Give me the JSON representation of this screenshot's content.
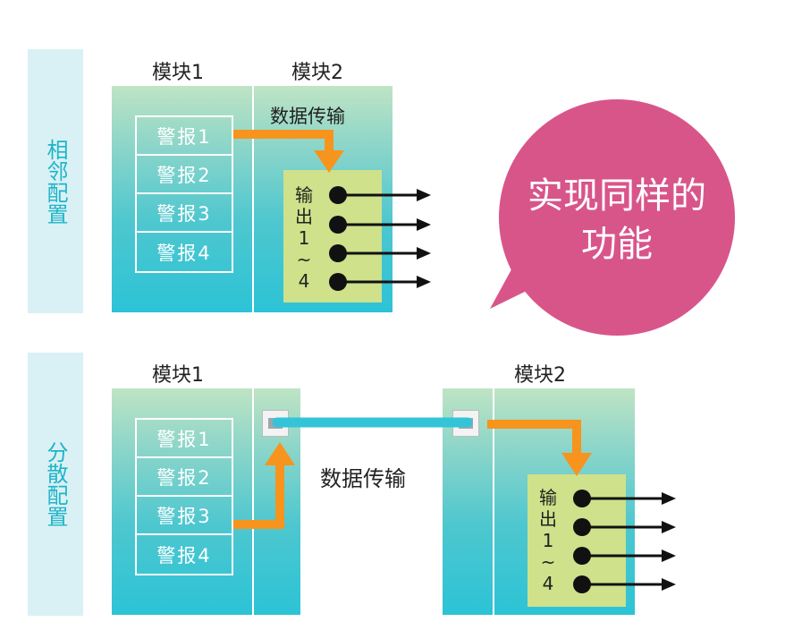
{
  "top": {
    "side_label": "相邻配置",
    "module1_label": "模块1",
    "module2_label": "模块2",
    "transfer_label": "数据传输",
    "alarms": [
      "警报1",
      "警报2",
      "警报3",
      "警报4"
    ],
    "output_label_chars": [
      "输",
      "出",
      "1",
      "~",
      "4"
    ]
  },
  "bottom": {
    "side_label": "分散配置",
    "module1_label": "模块1",
    "module2_label": "模块2",
    "transfer_label": "数据传输",
    "alarms": [
      "警报1",
      "警报2",
      "警报3",
      "警报4"
    ],
    "output_label_chars": [
      "输",
      "出",
      "1",
      "~",
      "4"
    ]
  },
  "bubble": {
    "line1": "实现同样的",
    "line2": "功能",
    "color": "#d8558a"
  },
  "colors": {
    "arrow": "#f7941d",
    "cable": "#33c4d8",
    "side_label_bg": "#d9f1f4",
    "side_label_text": "#1fb4c9",
    "output_bg": "#cfe18a"
  }
}
